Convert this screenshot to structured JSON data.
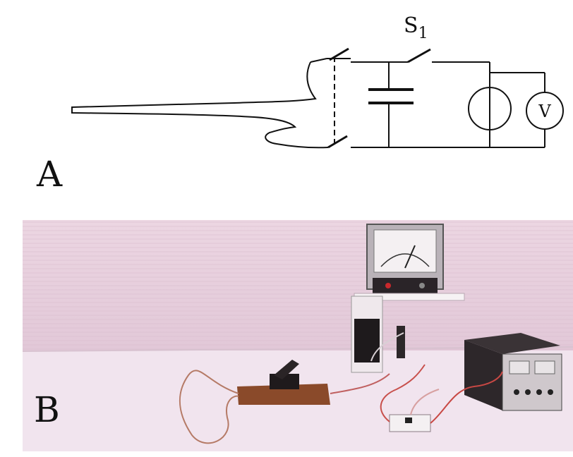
{
  "figure": {
    "panel_a_label": "A",
    "panel_b_label": "B",
    "switch_label_main": "S",
    "switch_label_sub": "1",
    "voltmeter_symbol": "V"
  },
  "colors": {
    "line": "#111111",
    "photo_wall": "#ead3df",
    "photo_table": "#f2e6f0"
  }
}
